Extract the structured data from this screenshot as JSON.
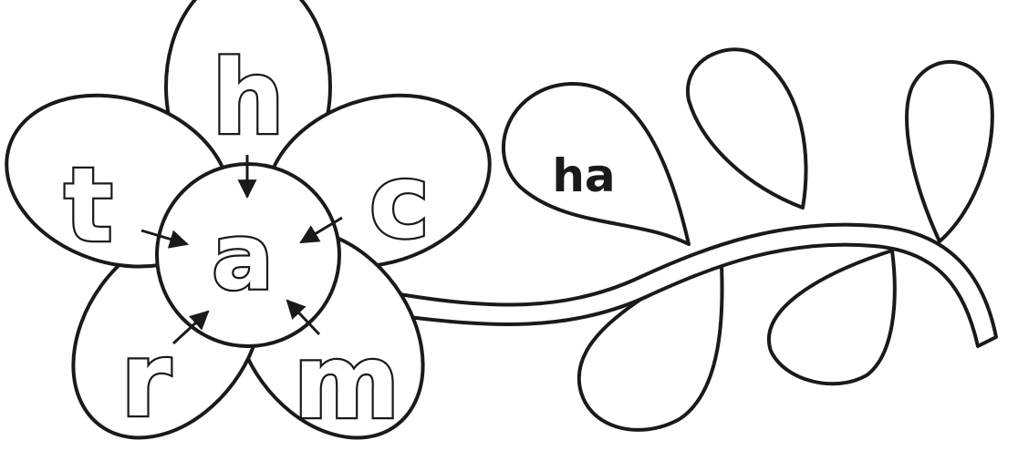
{
  "flower": {
    "center_letter": "a",
    "petals": {
      "top": "h",
      "right": "c",
      "bottom_right": "m",
      "bottom_left": "r",
      "left": "t"
    }
  },
  "leaves": [
    {
      "text": "ha"
    },
    {
      "text": ""
    },
    {
      "text": ""
    },
    {
      "text": ""
    },
    {
      "text": ""
    }
  ]
}
